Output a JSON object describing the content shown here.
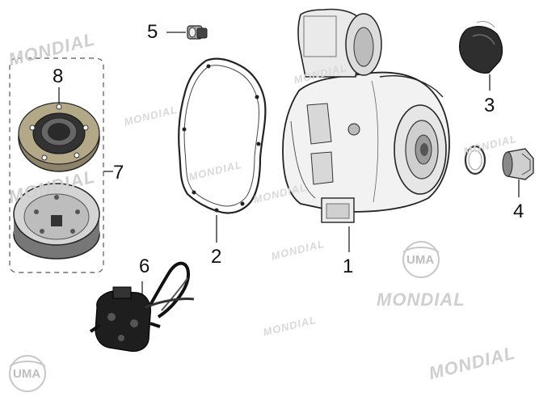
{
  "callouts": [
    {
      "id": "1",
      "label": "1"
    },
    {
      "id": "2",
      "label": "2"
    },
    {
      "id": "3",
      "label": "3"
    },
    {
      "id": "4",
      "label": "4"
    },
    {
      "id": "5",
      "label": "5"
    },
    {
      "id": "6",
      "label": "6"
    },
    {
      "id": "7",
      "label": "7"
    },
    {
      "id": "8",
      "label": "8"
    }
  ],
  "watermarks": {
    "brand": "MONDIAL",
    "logo": "UMA"
  },
  "colors": {
    "line": "#222222",
    "part_dark": "#333333",
    "part_mid": "#777777",
    "part_light": "#cfcfcf",
    "bronze": "#a89b7a",
    "watermark": "#d0d0d0"
  }
}
